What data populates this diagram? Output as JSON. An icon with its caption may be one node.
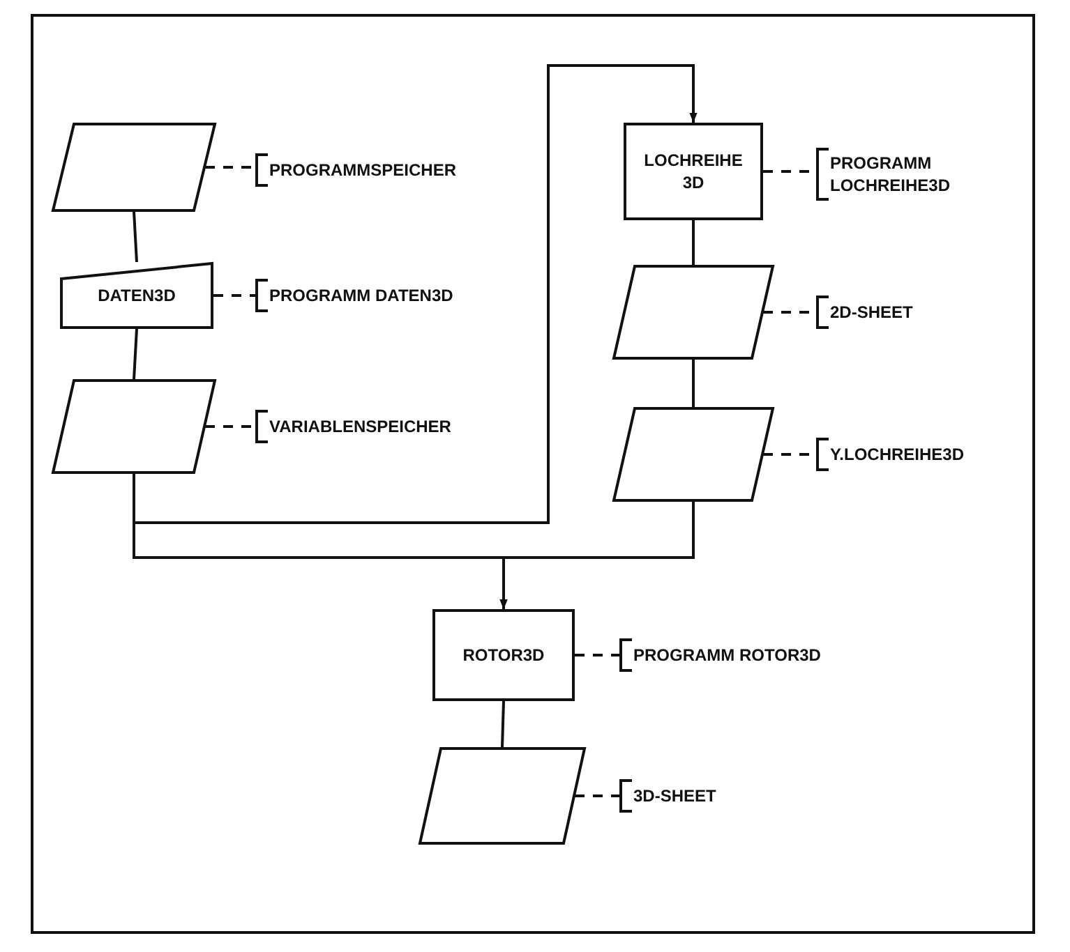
{
  "diagram": {
    "nodes": [
      {
        "text": [],
        "shape": "parallelogram"
      },
      {
        "text": [
          "PROGRAMMSPEICHER"
        ]
      },
      {
        "text": [
          "DATEN3D"
        ]
      },
      {
        "text": [
          "PROGRAMM DATEN3D"
        ]
      },
      {
        "text": [],
        "shape": "parallelogram"
      },
      {
        "text": [
          "VARIABLENSPEICHER"
        ]
      },
      {
        "text": [
          "LOCHREIHE 3D"
        ]
      },
      {
        "text": [
          "PROGRAMM LOCHREIHE3D"
        ]
      },
      {
        "text": [],
        "shape": "parallelogram"
      },
      {
        "text": [
          "2D-SHEET"
        ]
      },
      {
        "text": [],
        "shape": "parallelogram"
      },
      {
        "text": [
          "Y.LOCHREIHE3D"
        ]
      },
      {
        "text": [
          "ROTOR3D"
        ]
      },
      {
        "text": [
          "PROGRAMM ROTOR3D"
        ]
      },
      {
        "text": [],
        "shape": "parallelogram"
      },
      {
        "text": [
          "3D-SHEET"
        ]
      }
    ],
    "edges": [
      {
        "from": 0,
        "to": 2,
        "arrow": "none"
      },
      {
        "from": 2,
        "to": 4,
        "arrow": "none"
      },
      {
        "from": 4,
        "to": 6,
        "arrow": "to"
      },
      {
        "from": 4,
        "to": 12,
        "arrow": "to"
      },
      {
        "from": 6,
        "to": 8,
        "arrow": "none"
      },
      {
        "from": 8,
        "to": 10,
        "arrow": "none"
      },
      {
        "from": 10,
        "to": 12,
        "arrow": "to"
      },
      {
        "from": 12,
        "to": 14,
        "arrow": "none"
      },
      {
        "from": 0,
        "to": 1,
        "arrow": "none",
        "style": "dashed"
      },
      {
        "from": 2,
        "to": 3,
        "arrow": "none",
        "style": "dashed"
      },
      {
        "from": 4,
        "to": 5,
        "arrow": "none",
        "style": "dashed"
      },
      {
        "from": 6,
        "to": 7,
        "arrow": "none",
        "style": "dashed"
      },
      {
        "from": 8,
        "to": 9,
        "arrow": "none",
        "style": "dashed"
      },
      {
        "from": 10,
        "to": 11,
        "arrow": "none",
        "style": "dashed"
      },
      {
        "from": 12,
        "to": 13,
        "arrow": "none",
        "style": "dashed"
      },
      {
        "from": 14,
        "to": 15,
        "arrow": "none",
        "style": "dashed"
      }
    ]
  }
}
